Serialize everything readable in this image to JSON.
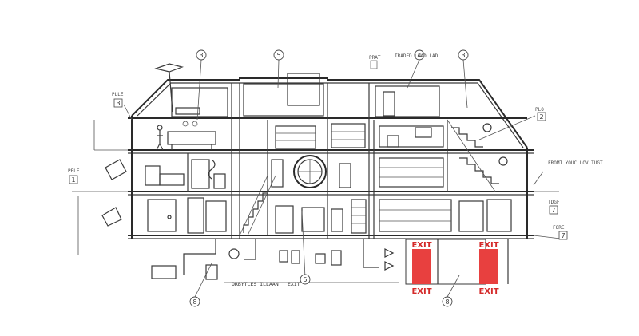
{
  "colors": {
    "ink": "#3a3a3a",
    "exit_door": "#e8403f",
    "exit_text": "#d42a2a",
    "background": "#ffffff"
  },
  "callouts": {
    "c3_top_left": "3",
    "c5_top": "5",
    "c4_top": "4",
    "c3_top_right": "3",
    "c2_right": "2",
    "c8_bottom_left": "8",
    "c5_bottom": "5",
    "c8_bottom_right": "8",
    "c3_left_box": "3",
    "c1_left_box": "1",
    "c7_right_box": "7",
    "c7_right_box_top": "7"
  },
  "labels": {
    "exit_top_left": "EXIT",
    "exit_top_right": "EXIT",
    "exit_bottom_left": "EXIT",
    "exit_bottom_right": "EXIT",
    "bottom_note": "ORBYTLES ILLAAN",
    "bottom_exit_note": "EXIT",
    "tag_left_top": "PLLE",
    "tag_left_mid": "PELE",
    "tag_top_mid": "PRAT",
    "tag_top_mid_2": "TRADED LLAD LAD",
    "tag_right_top": "PLO",
    "tag_right_mid": "FROMT YOUC LOV TUGT",
    "tag_right_low": "TDGF",
    "tag_right_bottom": "FORE"
  }
}
